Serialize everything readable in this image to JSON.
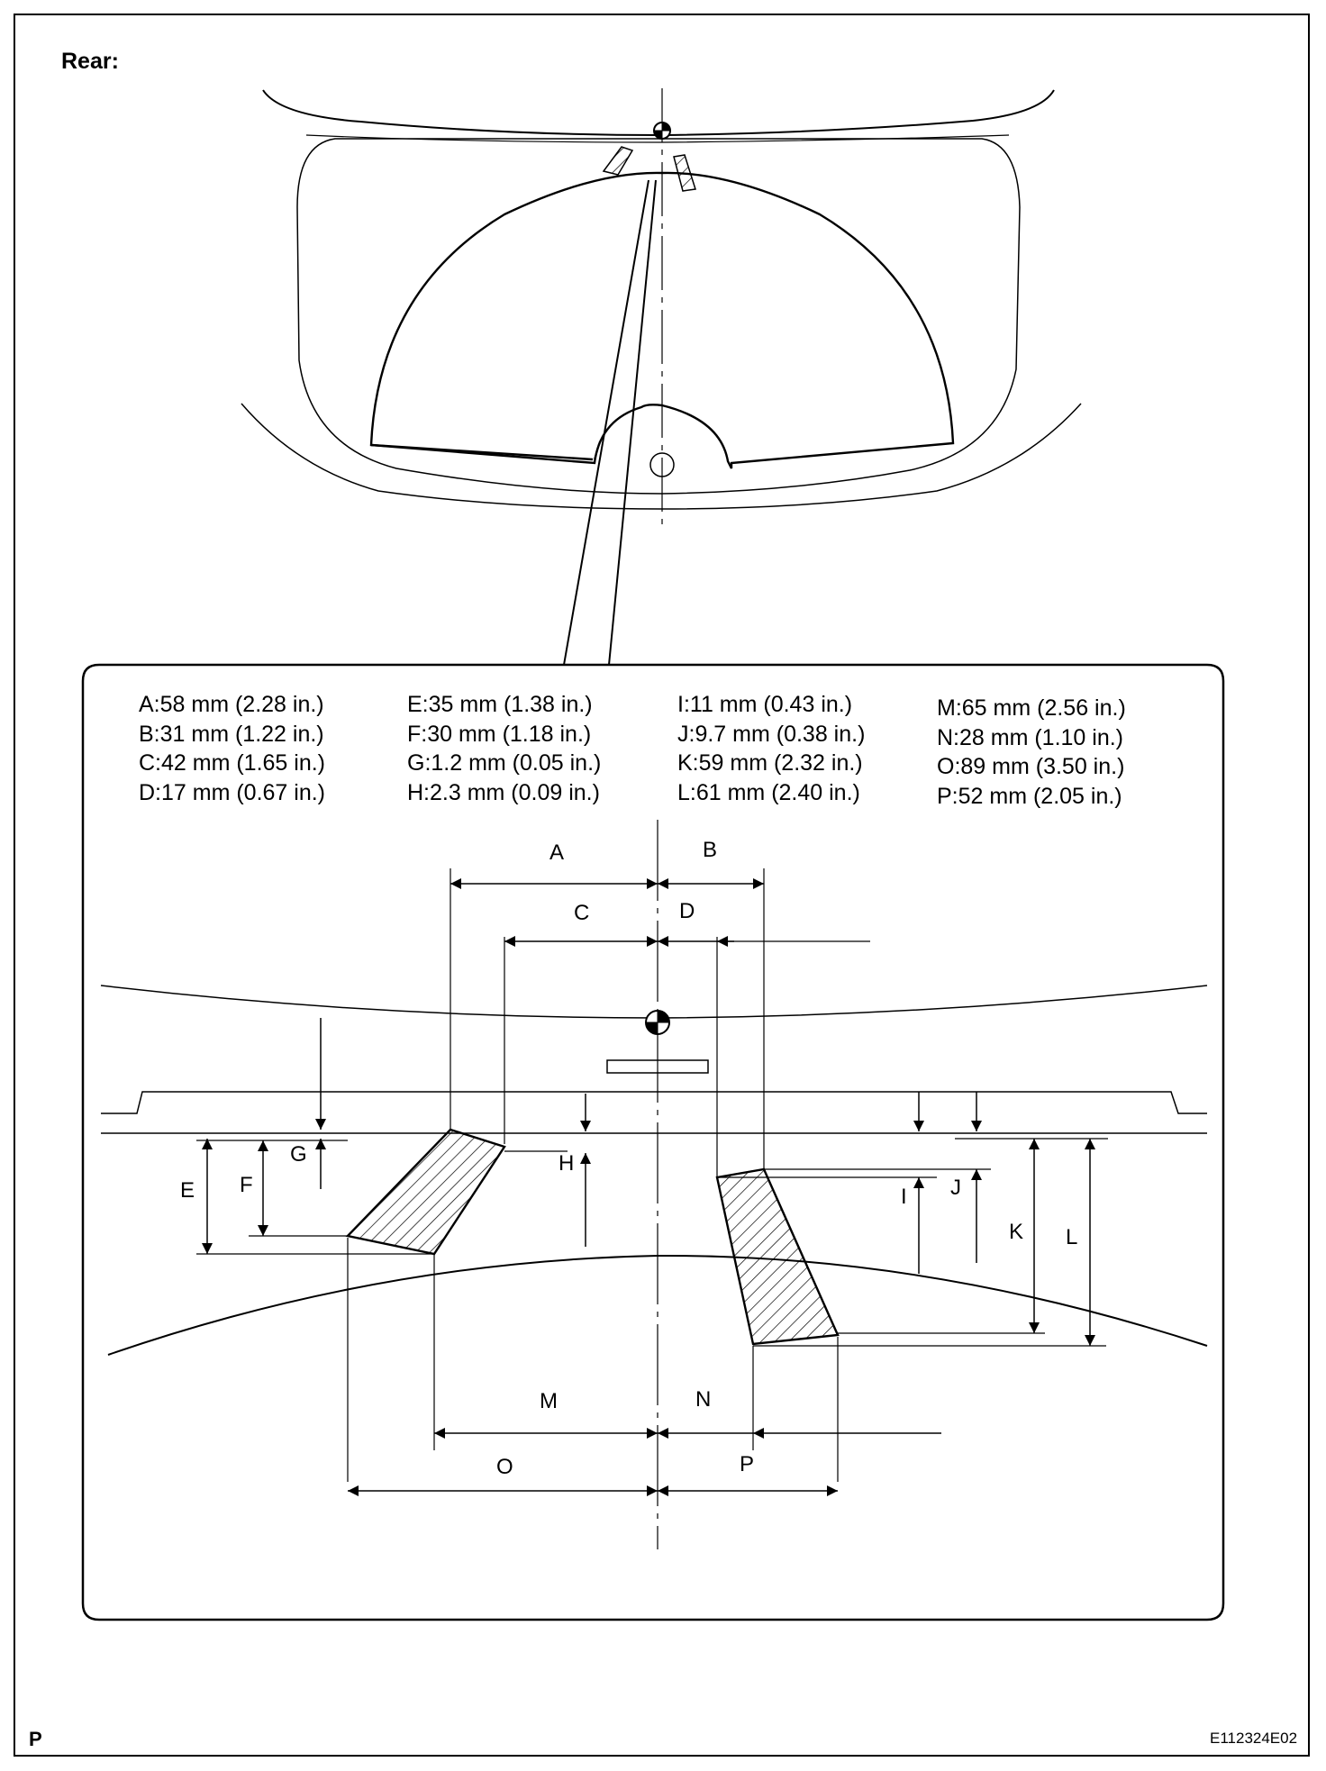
{
  "title": "Rear:",
  "corner_left": "P",
  "corner_right": "E112324E02",
  "specs": {
    "col1": [
      "A:58 mm (2.28 in.)",
      "B:31 mm (1.22 in.)",
      "C:42 mm (1.65 in.)",
      "D:17 mm (0.67 in.)"
    ],
    "col2": [
      "E:35 mm (1.38 in.)",
      "F:30 mm (1.18 in.)",
      "G:1.2 mm (0.05 in.)",
      "H:2.3 mm (0.09 in.)"
    ],
    "col3": [
      "I:11 mm (0.43 in.)",
      "J:9.7 mm (0.38 in.)",
      "K:59 mm (2.32 in.)",
      "L:61 mm (2.40 in.)"
    ],
    "col4": [
      "M:65 mm (2.56 in.)",
      "N:28 mm (1.10 in.)",
      "O:89 mm (3.50 in.)",
      "P:52 mm (2.05 in.)"
    ]
  },
  "labels": {
    "A": "A",
    "B": "B",
    "C": "C",
    "D": "D",
    "E": "E",
    "F": "F",
    "G": "G",
    "H": "H",
    "I": "I",
    "J": "J",
    "K": "K",
    "L": "L",
    "M": "M",
    "N": "N",
    "O": "O",
    "P": "P"
  }
}
